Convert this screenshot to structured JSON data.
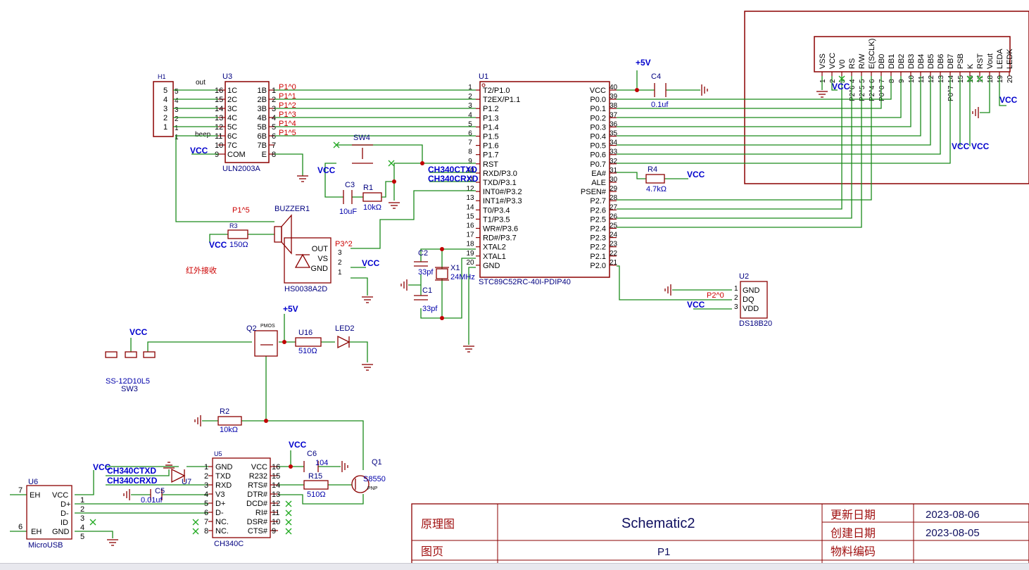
{
  "lcd": {
    "pin_labels": [
      "VSS",
      "VCC",
      "V0",
      "RS",
      "R/W",
      "E(SCLK)",
      "DB0",
      "DB1",
      "DB2",
      "DB3",
      "DB4",
      "DB5",
      "DB6",
      "DB7",
      "PSB",
      "K",
      "RST",
      "Vout",
      "LEDA",
      "LEDK"
    ],
    "pin_numbers": [
      "1",
      "2",
      "3",
      "4",
      "5",
      "6",
      "7",
      "8",
      "9",
      "10",
      "11",
      "12",
      "13",
      "14",
      "15",
      "16",
      "17",
      "18",
      "19",
      "20"
    ],
    "net_labels": [
      "P2^6",
      "P2^5",
      "P2^4",
      "P0^0",
      "P0^7"
    ]
  },
  "u1": {
    "ref": "U1",
    "part": "STC89C52RC-40I-PDIP40",
    "left_pins": [
      "T2/P1.0",
      "T2EX/P1.1",
      "P1.2",
      "P1.3",
      "P1.4",
      "P1.5",
      "P1.6",
      "P1.7",
      "RST",
      "RXD/P3.0",
      "TXD/P3.1",
      "INT0#/P3.2",
      "INT1#/P3.3",
      "T0/P3.4",
      "T1/P3.5",
      "WR#/P3.6",
      "RD#/P3.7",
      "XTAL2",
      "XTAL1",
      "GND"
    ],
    "right_pins": [
      "VCC",
      "P0.0",
      "P0.1",
      "P0.2",
      "P0.3",
      "P0.4",
      "P0.5",
      "P0.6",
      "P0.7",
      "EA#",
      "ALE",
      "PSEN#",
      "P2.7",
      "P2.6",
      "P2.5",
      "P2.4",
      "P2.3",
      "P2.2",
      "P2.1",
      "P2.0"
    ],
    "left_nums": [
      "1",
      "2",
      "3",
      "4",
      "5",
      "6",
      "7",
      "8",
      "9",
      "10",
      "11",
      "12",
      "13",
      "14",
      "15",
      "16",
      "17",
      "18",
      "19",
      "20"
    ],
    "right_nums": [
      "40",
      "39",
      "38",
      "37",
      "36",
      "35",
      "34",
      "33",
      "32",
      "31",
      "30",
      "29",
      "28",
      "27",
      "26",
      "25",
      "24",
      "23",
      "22",
      "21"
    ]
  },
  "u3": {
    "ref": "U3",
    "part": "ULN2003A",
    "left_pins": [
      "1C",
      "2C",
      "3C",
      "4C",
      "5C",
      "6C",
      "7C",
      "COM"
    ],
    "right_pins": [
      "1B",
      "2B",
      "3B",
      "4B",
      "5B",
      "6B",
      "7B",
      "E"
    ],
    "left_nums": [
      "16",
      "15",
      "14",
      "13",
      "12",
      "11",
      "10",
      "9"
    ],
    "right_nums": [
      "1",
      "2",
      "3",
      "4",
      "5",
      "6",
      "7",
      "8"
    ],
    "net_labels": [
      "P1^0",
      "P1^1",
      "P1^2",
      "P1^3",
      "P1^4",
      "P1^5"
    ],
    "out_label": "out",
    "beep_label": "beep"
  },
  "h1": {
    "ref": "H1",
    "pins": [
      "5",
      "4",
      "3",
      "2",
      "1"
    ],
    "nums": [
      "5",
      "4",
      "3",
      "2",
      "1",
      "1"
    ]
  },
  "u2": {
    "ref": "U2",
    "part": "DS18B20",
    "pins": [
      "GND",
      "DQ",
      "VDD"
    ],
    "nums": [
      "1",
      "2",
      "3"
    ],
    "net": "P2^0"
  },
  "u5": {
    "ref": "U5",
    "part": "CH340C",
    "left_pins": [
      "GND",
      "TXD",
      "RXD",
      "V3",
      "D+",
      "D-",
      "NC.",
      "NC."
    ],
    "right_pins": [
      "VCC",
      "R232",
      "RTS#",
      "DTR#",
      "DCD#",
      "RI#",
      "DSR#",
      "CTS#"
    ],
    "left_nums": [
      "1",
      "2",
      "3",
      "4",
      "5",
      "6",
      "7",
      "8"
    ],
    "right_nums": [
      "16",
      "15",
      "14",
      "13",
      "12",
      "11",
      "10",
      "9"
    ]
  },
  "u6": {
    "ref": "U6",
    "part": "MicroUSB",
    "pins": [
      "EH",
      "VCC",
      "D+",
      "D-",
      "ID",
      "GND",
      "EH"
    ],
    "nums": [
      "7",
      "1",
      "2",
      "3",
      "4",
      "5",
      "6"
    ]
  },
  "sensor": {
    "ref": "HS0038A2D",
    "pins": [
      "OUT",
      "VS",
      "GND"
    ],
    "nums": [
      "3",
      "2",
      "1"
    ],
    "net": "P3^2",
    "caption": "红外接收"
  },
  "buzzer": {
    "ref": "BUZZER1",
    "net": "P1^5"
  },
  "components": {
    "R3": {
      "ref": "R3",
      "value": "150Ω"
    },
    "R1": {
      "ref": "R1",
      "value": "10kΩ"
    },
    "R4": {
      "ref": "R4",
      "value": "4.7kΩ"
    },
    "R2": {
      "ref": "R2",
      "value": "10kΩ"
    },
    "R15": {
      "ref": "R15",
      "value": "510Ω"
    },
    "U16": {
      "ref": "U16",
      "value": "510Ω"
    },
    "C3": {
      "ref": "C3",
      "value": "10uF"
    },
    "C4": {
      "ref": "C4",
      "value": "0.1uf"
    },
    "C2": {
      "ref": "C2",
      "value": "33pf"
    },
    "C1": {
      "ref": "C1",
      "value": "33pf"
    },
    "C5": {
      "ref": "C5",
      "value": "0.01uf"
    },
    "C6": {
      "ref": "C6",
      "value": "104"
    },
    "X1": {
      "ref": "X1",
      "value": "24MHz"
    },
    "SW4": {
      "ref": "SW4"
    },
    "SW3": {
      "ref": "SW3",
      "value": "SS-12D10L5"
    },
    "Q2": {
      "ref": "Q2",
      "value": "PMOS"
    },
    "Q1": {
      "ref": "Q1",
      "value": "S8550",
      "type": "PNP"
    },
    "LED2": {
      "ref": "LED2"
    },
    "U7": {
      "ref": "U7"
    }
  },
  "power": {
    "vcc": "VCC",
    "p5v": "+5V"
  },
  "nets": {
    "ch340_txd": "CH340CTXD",
    "ch340_rxd": "CH340CRXD"
  },
  "title_block": {
    "label_schematic": "原理图",
    "schematic_name": "Schematic2",
    "label_updated": "更新日期",
    "updated_date": "2023-08-06",
    "label_created": "创建日期",
    "created_date": "2023-08-05",
    "label_page": "图页",
    "page": "P1",
    "label_material": "物料编码"
  },
  "colors": {
    "wire": "#1a8a1a",
    "component": "#8b0000",
    "ref_text": "#000080",
    "net_text": "#cc0000",
    "power_text": "#0000cc"
  }
}
